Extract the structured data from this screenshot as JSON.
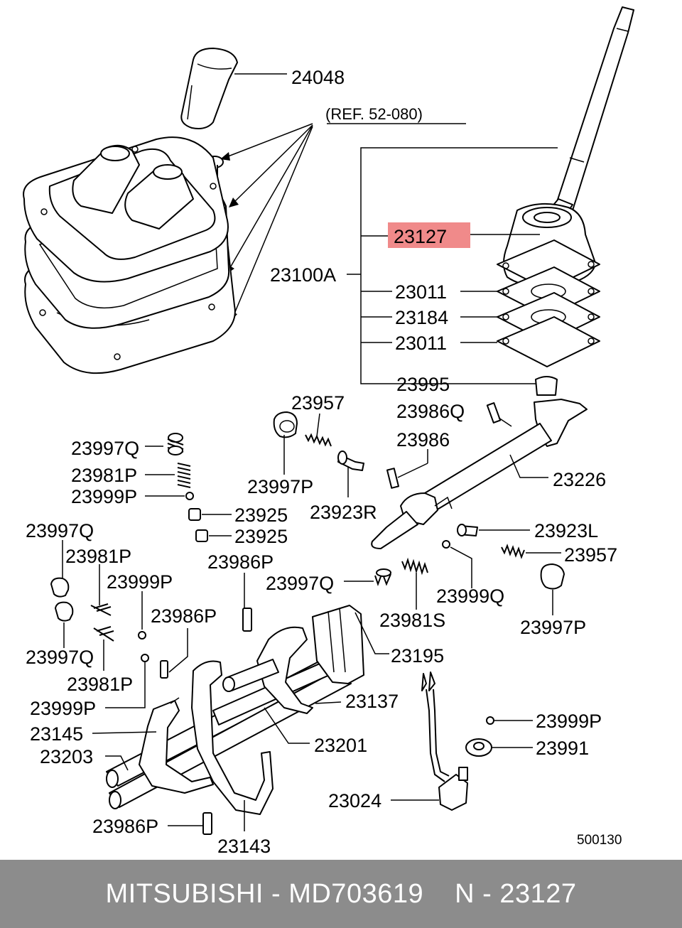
{
  "diagram": {
    "reference": "(REF. 52-080)",
    "drawing_code": "500130",
    "highlight_color": "#f08a8a",
    "labels": {
      "knob": "24048",
      "highlight": "23127",
      "assy": "23100A",
      "gasket_top": "23011",
      "plate": "23184",
      "gasket_bottom": "23011",
      "bushing": "23995",
      "pin_q": "23986Q",
      "spring_top": "23957",
      "pin_top": "23986",
      "plug_top_left": "23997Q",
      "spring_top_left": "23981P",
      "ball_top_left": "23999P",
      "cap_a": "23925",
      "cap_b": "23925",
      "plug_top": "23997P",
      "pin_r": "23923R",
      "shaft": "23226",
      "pin_l": "23923L",
      "spring_right": "23957",
      "plug_left_1": "23997Q",
      "spring_left_1": "23981P",
      "pin_left_1": "23986P",
      "ball_left_1": "23999P",
      "plug_mid": "23997Q",
      "ball_q": "23999Q",
      "pin_left_2": "23986P",
      "spring_s": "23981S",
      "plug_right": "23997P",
      "plug_left_2": "23997Q",
      "spring_left_2": "23981P",
      "ball_left_2": "23999P",
      "fork_group": "23195",
      "fork_a": "23137",
      "fork_b": "23145",
      "rail_a": "23201",
      "rail_b": "23203",
      "ball_right": "23999P",
      "washer": "23991",
      "switch": "23024",
      "pin_bottom": "23986P",
      "fork_c": "23143"
    }
  },
  "footer": {
    "brand": "MITSUBISHI - MD703619",
    "part": "N - 23127"
  }
}
